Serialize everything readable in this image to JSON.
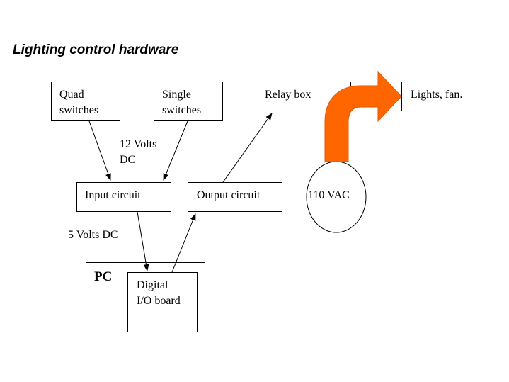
{
  "title": "Lighting control hardware",
  "boxes": {
    "quad_switches": "Quad\nswitches",
    "single_switches": "Single\nswitches",
    "relay_box": "Relay box",
    "lights_fan": "Lights, fan.",
    "input_circuit": "Input circuit",
    "output_circuit": "Output circuit",
    "pc": "PC",
    "digital_io_board": "Digital\nI/O board"
  },
  "labels": {
    "volts_12": "12 Volts\nDC",
    "volts_5": "5 Volts DC",
    "vac_110": "110 VAC"
  },
  "colors": {
    "power_arrow": "#FF6600",
    "lines": "#000000"
  }
}
